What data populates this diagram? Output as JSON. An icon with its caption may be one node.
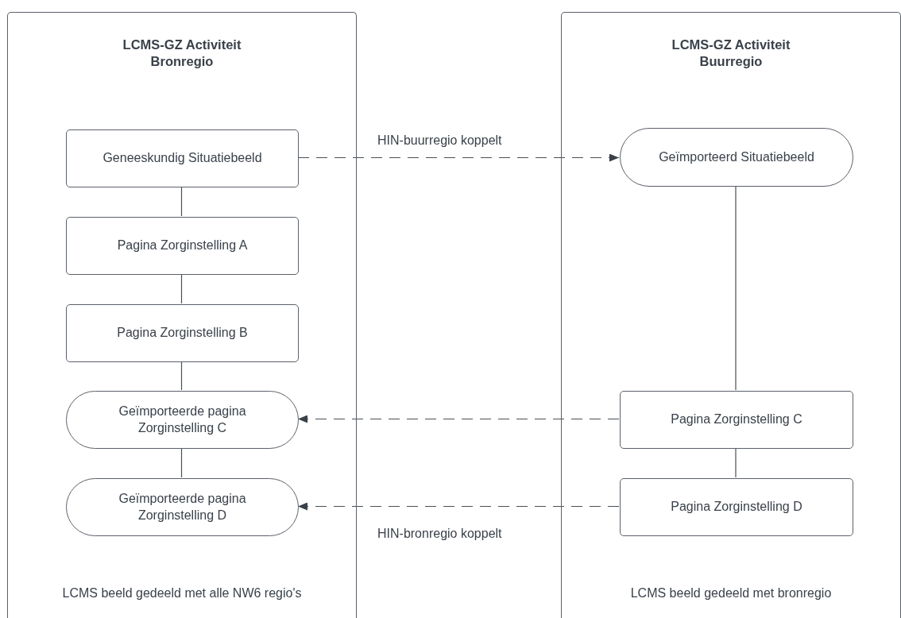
{
  "diagram": {
    "nodes": [
      {
        "text": [
          "LCMS-GZ Activiteit Bronregio",
          "LCMS beeld gedeeld met alle NW6 regio's"
        ]
      },
      {
        "text": [
          "LCMS-GZ Activiteit Buurregio",
          "LCMS beeld gedeeld met bronregio"
        ]
      },
      {
        "text": [
          "Geneeskundig Situatiebeeld"
        ],
        "in": 0
      },
      {
        "text": [
          "Pagina Zorginstelling A"
        ],
        "in": 0
      },
      {
        "text": [
          "Pagina Zorginstelling B"
        ],
        "in": 0
      },
      {
        "text": [
          "Geïmporteerde pagina Zorginstelling C"
        ],
        "in": 0
      },
      {
        "text": [
          "Geïmporteerde pagina Zorginstelling D"
        ],
        "in": 0
      },
      {
        "text": [
          "Geïmporteerd Situatiebeeld"
        ],
        "in": 1
      },
      {
        "text": [
          "Pagina Zorginstelling C"
        ],
        "in": 1
      },
      {
        "text": [
          "Pagina Zorginstelling D"
        ],
        "in": 1
      }
    ],
    "edges": [
      {
        "from": 2,
        "to": 3,
        "arrow": "none"
      },
      {
        "from": 3,
        "to": 4,
        "arrow": "none"
      },
      {
        "from": 4,
        "to": 5,
        "arrow": "none"
      },
      {
        "from": 5,
        "to": 6,
        "arrow": "none"
      },
      {
        "from": 7,
        "to": 8,
        "arrow": "none"
      },
      {
        "from": 8,
        "to": 9,
        "arrow": "none"
      },
      {
        "from": 2,
        "to": 7,
        "arrow": "to",
        "label": "HIN-buurregio koppelt",
        "style": "dashed"
      },
      {
        "from": 8,
        "to": 5,
        "arrow": "to",
        "style": "dashed"
      },
      {
        "from": 9,
        "to": 6,
        "arrow": "to",
        "label": "HIN-bronregio koppelt",
        "style": "dashed"
      }
    ]
  }
}
